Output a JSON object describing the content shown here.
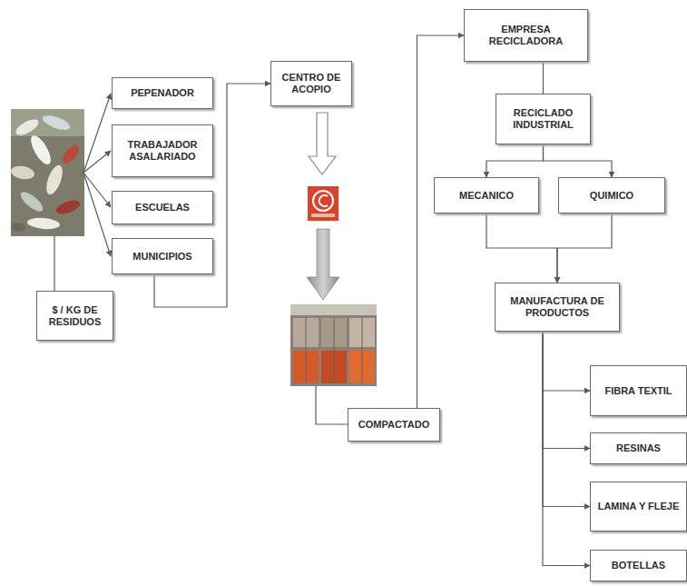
{
  "diagram": {
    "nodes": [
      {
        "text": [
          "PEPENADOR"
        ]
      },
      {
        "text": [
          "TRABAJADOR ASALARIADO"
        ]
      },
      {
        "text": [
          "ESCUELAS"
        ]
      },
      {
        "text": [
          "MUNICIPIOS"
        ]
      },
      {
        "text": [
          "$ / KG DE RESIDUOS"
        ]
      },
      {
        "text": [
          "CENTRO DE ACOPIO"
        ]
      },
      {
        "text": [
          "COMPACTADO"
        ]
      },
      {
        "text": [
          "EMPRESA RECICLADORA"
        ]
      },
      {
        "text": [
          "RECICLADO INDUSTRIAL"
        ]
      },
      {
        "text": [
          "MECANICO"
        ]
      },
      {
        "text": [
          "QUIMICO"
        ]
      },
      {
        "text": [
          "MANUFACTURA DE PRODUCTOS"
        ]
      },
      {
        "text": [
          "FIBRA TEXTIL"
        ]
      },
      {
        "text": [
          "RESINAS"
        ]
      },
      {
        "text": [
          "LAMINA Y FLEJE"
        ]
      },
      {
        "text": [
          "BOTELLAS"
        ]
      }
    ],
    "edges": [
      {
        "from": 3,
        "to": 5,
        "arrow": "to"
      },
      {
        "from": 6,
        "to": 7,
        "arrow": "to"
      },
      {
        "from": 7,
        "to": 8,
        "arrow": "none"
      },
      {
        "from": 8,
        "to": 9,
        "arrow": "to"
      },
      {
        "from": 8,
        "to": 10,
        "arrow": "to"
      },
      {
        "from": 9,
        "to": 11,
        "arrow": "to"
      },
      {
        "from": 10,
        "to": 11,
        "arrow": "to"
      },
      {
        "from": 11,
        "to": 12,
        "arrow": "to"
      },
      {
        "from": 11,
        "to": 13,
        "arrow": "to"
      },
      {
        "from": 11,
        "to": 14,
        "arrow": "to"
      },
      {
        "from": 11,
        "to": 15,
        "arrow": "to"
      }
    ]
  }
}
